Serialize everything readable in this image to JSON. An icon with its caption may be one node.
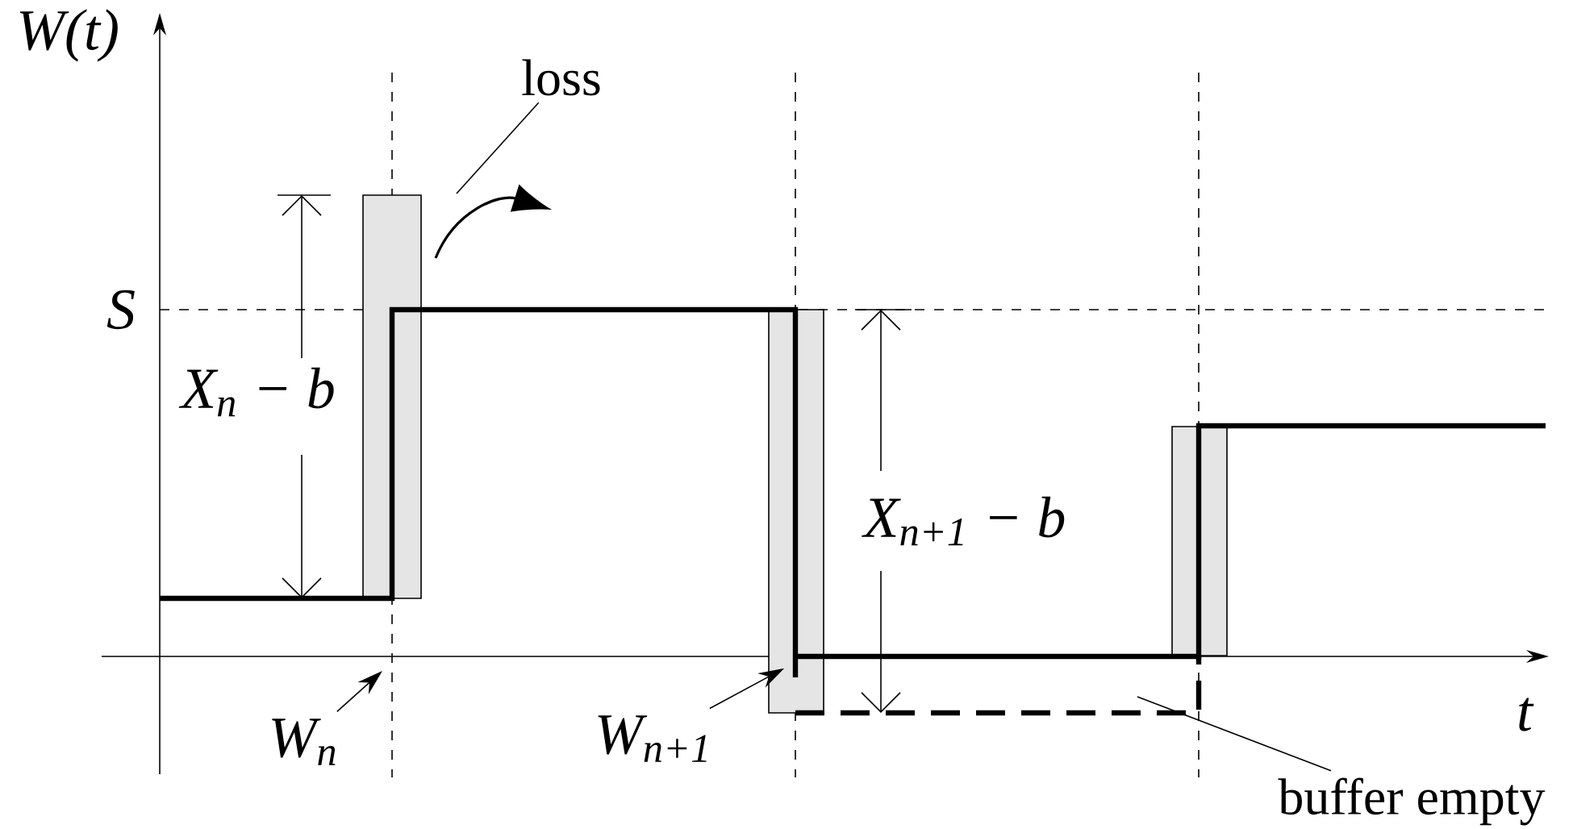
{
  "diagram": {
    "nodes": [
      {
        "text": [
          "W$_{n}$"
        ]
      },
      {
        "text": [
          "W$_{n+1}$"
        ]
      },
      {
        "text": [
          "loss"
        ]
      },
      {
        "text": [
          "buffer empty"
        ]
      },
      {
        "text": [],
        "shape": "bar"
      },
      {
        "text": [],
        "shape": "bar"
      },
      {
        "text": [],
        "shape": "bar"
      }
    ],
    "edges": [
      {
        "from": 0,
        "to": null,
        "arrow": "to"
      },
      {
        "from": 1,
        "to": 5,
        "arrow": "to"
      },
      {
        "from": 2,
        "to": null,
        "arrow": "none"
      },
      {
        "from": 3,
        "to": null,
        "arrow": "none"
      }
    ],
    "labels": [
      "W(t)",
      "S",
      "X$_{n}$ − b",
      "X$_{n+1}$ − b",
      "t"
    ]
  }
}
